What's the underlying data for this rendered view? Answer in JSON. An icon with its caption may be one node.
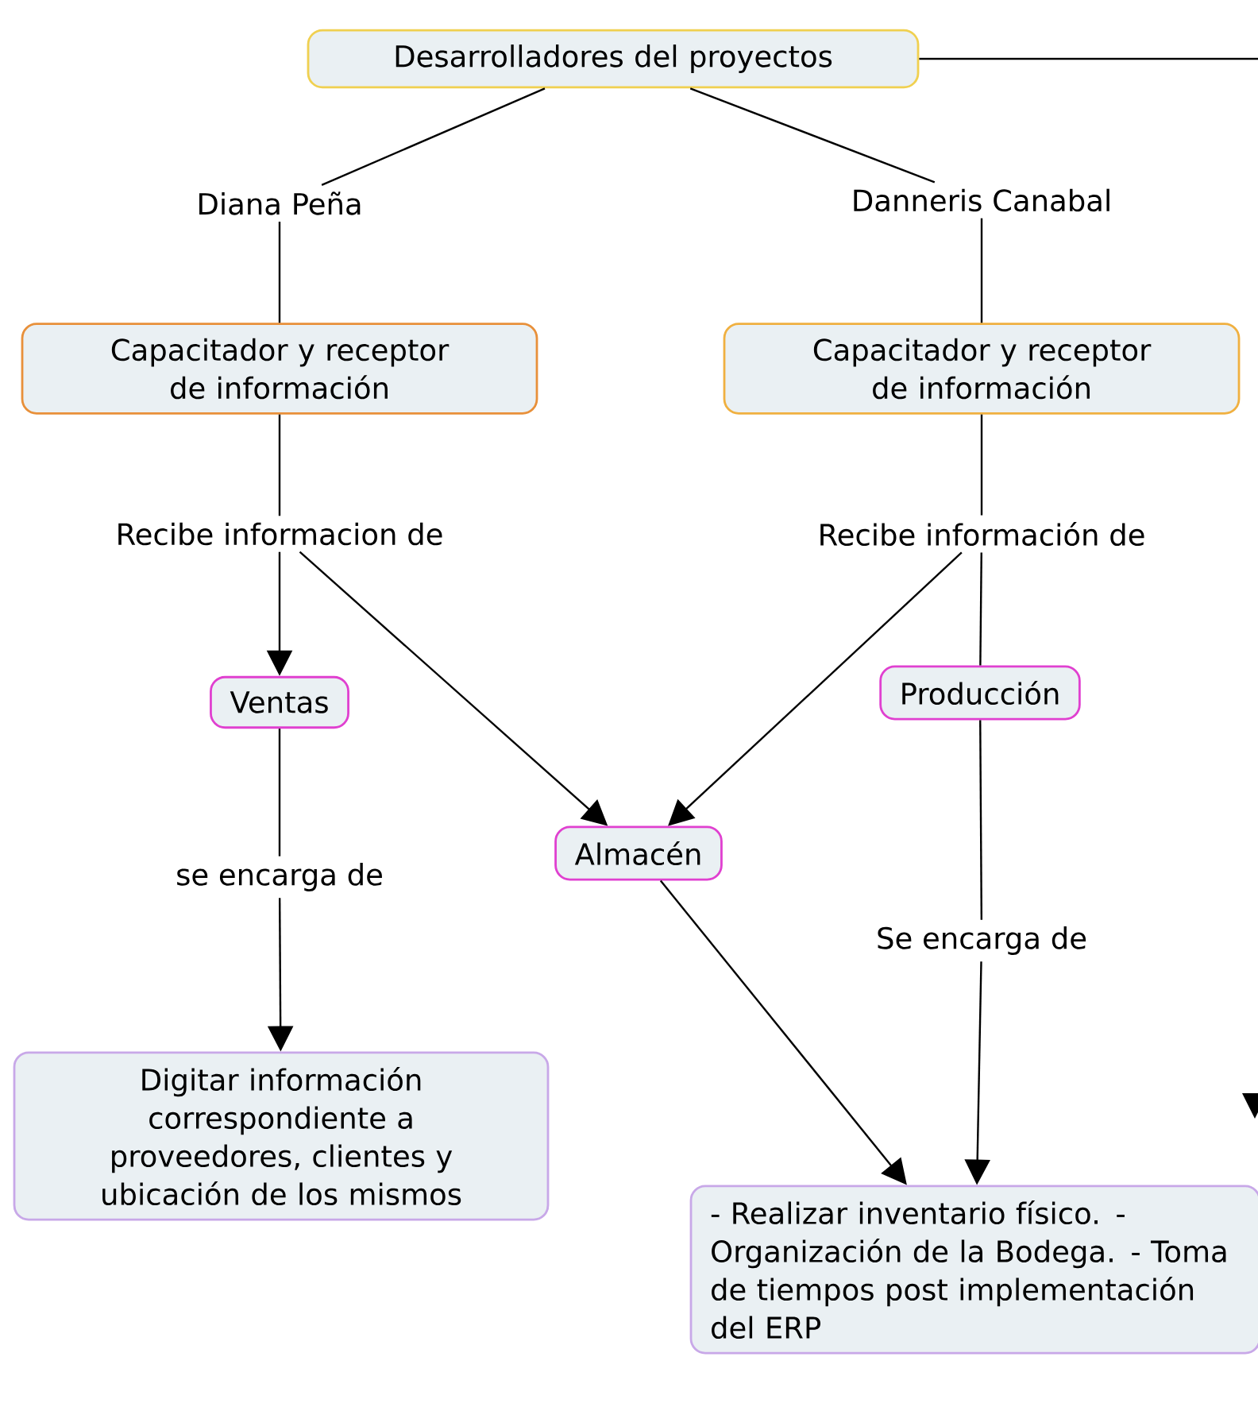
{
  "diagram": {
    "nodes": [
      {
        "text": [
          "Desarrolladores del proyectos"
        ]
      },
      {
        "text": [
          "Diana Peña"
        ]
      },
      {
        "text": [
          "Danneris Canabal"
        ]
      },
      {
        "text": [
          "Capacitador y receptor de información"
        ]
      },
      {
        "text": [
          "Capacitador y receptor de información"
        ]
      },
      {
        "text": [
          "Recibe informacion de"
        ]
      },
      {
        "text": [
          "Recibe información de"
        ]
      },
      {
        "text": [
          "Ventas"
        ]
      },
      {
        "text": [
          "Producción"
        ]
      },
      {
        "text": [
          "Almacén"
        ]
      },
      {
        "text": [
          "se encarga de"
        ]
      },
      {
        "text": [
          "Se encarga de"
        ]
      },
      {
        "text": [
          "Digitar información correspondiente a proveedores, clientes y ubicación de los mismos"
        ]
      },
      {
        "text": [
          "- Realizar inventario físico. - Organización de la Bodega. - Toma de tiempos post implementación del ERP"
        ]
      }
    ],
    "edges": [
      {
        "from": 0,
        "to": 1,
        "arrow": "none"
      },
      {
        "from": 0,
        "to": 2,
        "arrow": "none"
      },
      {
        "from": 1,
        "to": 3,
        "arrow": "none"
      },
      {
        "from": 2,
        "to": 4,
        "arrow": "none"
      },
      {
        "from": 3,
        "to": 5,
        "arrow": "none"
      },
      {
        "from": 4,
        "to": 6,
        "arrow": "none"
      },
      {
        "from": 5,
        "to": 7,
        "arrow": "to"
      },
      {
        "from": 5,
        "to": 9,
        "arrow": "to"
      },
      {
        "from": 6,
        "to": 9,
        "arrow": "to"
      },
      {
        "from": 6,
        "to": 8,
        "arrow": "none"
      },
      {
        "from": 7,
        "to": 10,
        "arrow": "none"
      },
      {
        "from": 10,
        "to": 12,
        "arrow": "to"
      },
      {
        "from": 8,
        "to": 11,
        "arrow": "none"
      },
      {
        "from": 11,
        "to": 13,
        "arrow": "to"
      },
      {
        "from": 9,
        "to": 13,
        "arrow": "to"
      },
      {
        "from": 0,
        "to": null,
        "arrow": "none"
      }
    ]
  }
}
